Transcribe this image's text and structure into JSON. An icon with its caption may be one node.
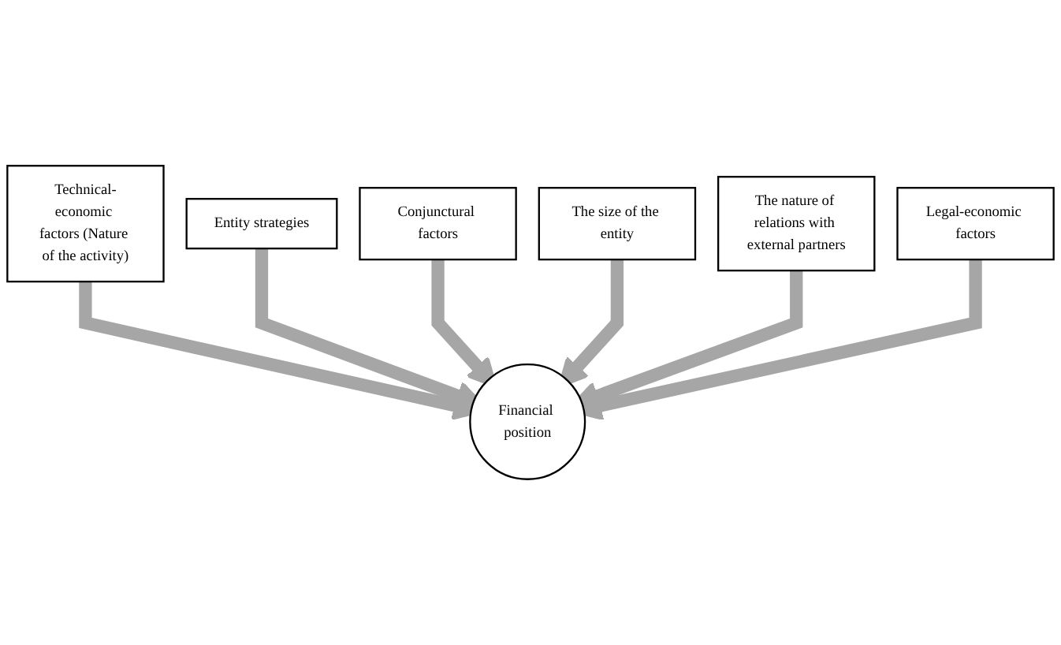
{
  "diagram": {
    "nodes": [
      {
        "text": [
          "Conjunctural factors"
        ]
      },
      {
        "text": [
          "The size of the entity"
        ]
      },
      {
        "text": [
          "Entity strategies"
        ]
      },
      {
        "text": [
          "The nature of relations with external partners"
        ]
      },
      {
        "text": [
          "Technical-economic factors (Nature of the activity)"
        ]
      },
      {
        "text": [
          "Legal-economic factors"
        ]
      },
      {
        "text": [
          "Financial position"
        ]
      }
    ],
    "edges": [
      {
        "from": 4,
        "to": 6,
        "arrow": "to"
      },
      {
        "from": 2,
        "to": 6,
        "arrow": "to"
      },
      {
        "from": 0,
        "to": 6,
        "arrow": "to"
      },
      {
        "from": 1,
        "to": 6,
        "arrow": "to"
      },
      {
        "from": 3,
        "to": 6,
        "arrow": "to"
      },
      {
        "from": 5,
        "to": 6,
        "arrow": "to"
      }
    ]
  }
}
